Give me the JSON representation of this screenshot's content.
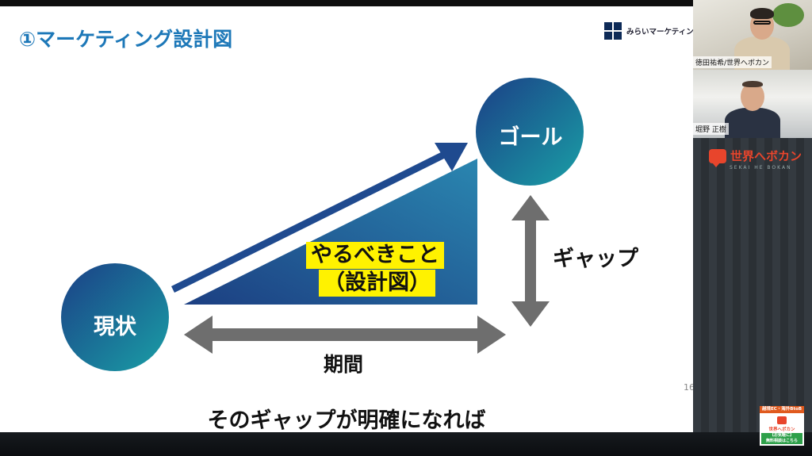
{
  "slide": {
    "title": "①マーケティング設計図",
    "brand_name": "みらいマーケティング本舗",
    "page_number": "16",
    "labels": {
      "current": "現状",
      "goal": "ゴール",
      "todo_line1": "やるべきこと",
      "todo_line2": "（設計図）",
      "gap": "ギャップ",
      "period": "期間"
    },
    "colors": {
      "title": "#1d78b8",
      "highlight": "#fff200",
      "arrow": "#6e6e6e",
      "circle_from": "#1b3f86",
      "circle_to": "#1a9fa6"
    }
  },
  "caption": "そのギャップが明確になれば",
  "participants": [
    {
      "name": "徳田祐希/世界へボカン"
    },
    {
      "name": "堀野 正樹"
    }
  ],
  "channel": {
    "name": "世界へボカン",
    "subtitle": "SEKAI HE BOKAN",
    "icon": "chat-bubble-icon",
    "brand_color": "#e8452c"
  },
  "promo": {
    "banner": "越境EC・海外BtoB",
    "name": "世界へボカン",
    "cta_line1": "【お気軽に】",
    "cta_line2": "無料相談はこちら"
  }
}
